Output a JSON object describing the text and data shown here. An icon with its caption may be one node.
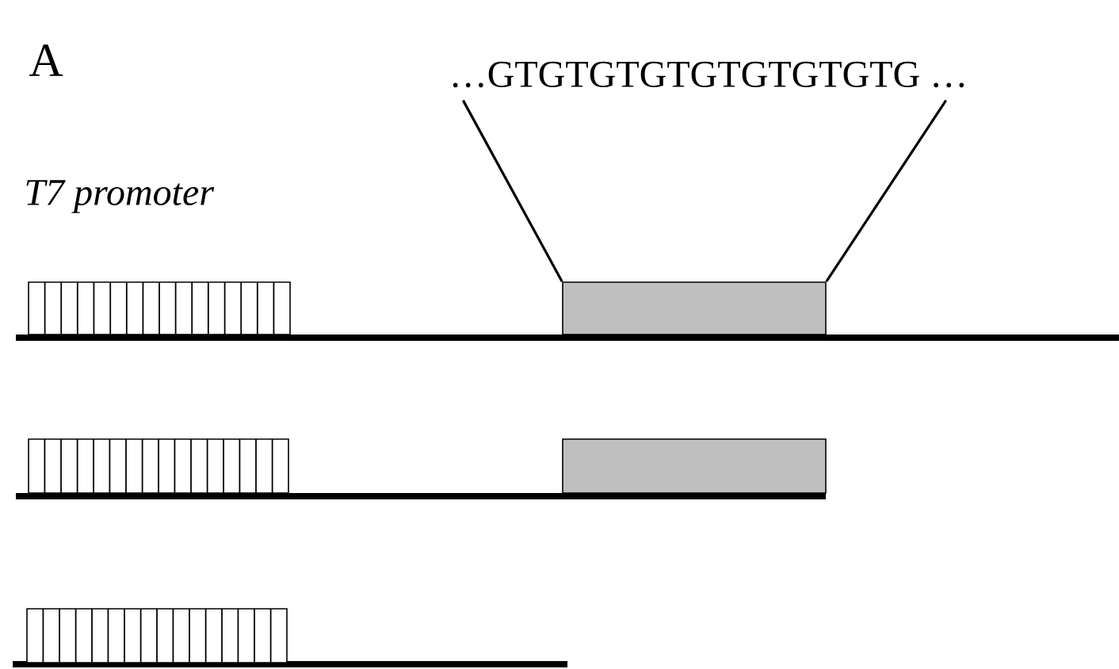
{
  "diagram": {
    "nodes": [
      {
        "text": [
          "…GTGTGTGTGTGTGTGTG …"
        ]
      },
      {
        "text": [],
        "shape": "box"
      },
      {
        "text": [],
        "shape": "box"
      },
      {
        "text": [],
        "shape": "box"
      },
      {
        "text": [],
        "shape": "box"
      },
      {
        "text": [],
        "shape": "box"
      }
    ],
    "edges": [
      {
        "from": 0,
        "to": 2,
        "arrow": "none"
      },
      {
        "from": 0,
        "to": 2,
        "arrow": "none"
      }
    ],
    "labels": [
      "A",
      "T7 promoter"
    ]
  }
}
